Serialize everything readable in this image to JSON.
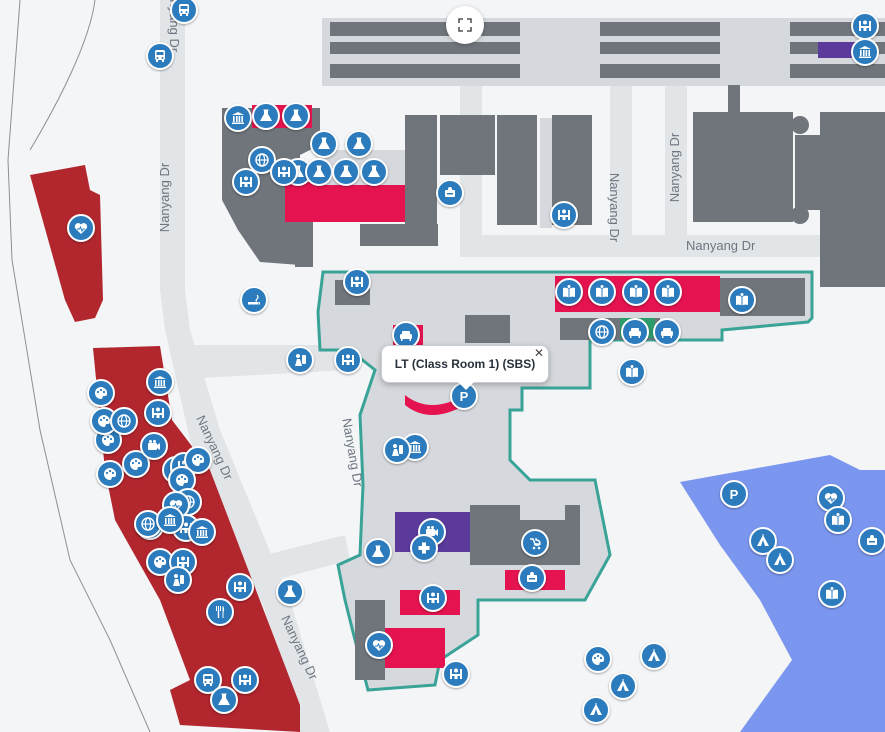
{
  "popup": {
    "title": "LT (Class Room 1) (SBS)",
    "close_label": "✕"
  },
  "fullscreen": {
    "icon": "fullscreen-icon"
  },
  "roads": {
    "r1": "Nanyang Dr",
    "r2": "Nanyang Dr",
    "r3": "Nanyang Dr",
    "r4": "Nanyang Dr",
    "r5": "Nanyang Dr",
    "r6": "Nanyang Dr",
    "r7": "Nanyang Dr",
    "r8": "Nanyang Dr"
  },
  "colors": {
    "building": "#6f757b",
    "building_light": "#d5d8dc",
    "highlight": "#e5134f",
    "highlight_outline": "#3aa397",
    "red_zone": "#b2262e",
    "blue_zone": "#7b96ee",
    "purple": "#5b3a9c",
    "green": "#2e9b6b",
    "pin": "#2b7bbd",
    "road": "#e2e5e8"
  },
  "pins": [
    {
      "name": "bus-stop-icon",
      "icon": "bus"
    },
    {
      "name": "bus-stop-icon",
      "icon": "bus"
    },
    {
      "name": "lecture-theatre-icon",
      "icon": "seat"
    },
    {
      "name": "museum-icon",
      "icon": "museum"
    },
    {
      "name": "museum-icon",
      "icon": "museum"
    },
    {
      "name": "museum-icon",
      "icon": "museum"
    },
    {
      "name": "lab-icon",
      "icon": "flask"
    },
    {
      "name": "lab-icon",
      "icon": "flask"
    },
    {
      "name": "lab-icon",
      "icon": "flask"
    },
    {
      "name": "lab-icon",
      "icon": "flask"
    },
    {
      "name": "lab-icon",
      "icon": "flask"
    },
    {
      "name": "lab-icon",
      "icon": "flask"
    },
    {
      "name": "lab-icon",
      "icon": "flask"
    },
    {
      "name": "lab-icon",
      "icon": "flask"
    },
    {
      "name": "globe-icon",
      "icon": "globe"
    },
    {
      "name": "lecture-theatre-icon",
      "icon": "seat"
    },
    {
      "name": "lecture-theatre-icon",
      "icon": "seat"
    },
    {
      "name": "vending-icon",
      "icon": "vend"
    },
    {
      "name": "lecture-theatre-icon",
      "icon": "seat"
    },
    {
      "name": "health-icon",
      "icon": "heart"
    },
    {
      "name": "smoking-area-icon",
      "icon": "smoke"
    },
    {
      "name": "lecture-theatre-icon",
      "icon": "seat"
    },
    {
      "name": "library-icon",
      "icon": "book"
    },
    {
      "name": "library-icon",
      "icon": "book"
    },
    {
      "name": "library-icon",
      "icon": "book"
    },
    {
      "name": "library-icon",
      "icon": "book"
    },
    {
      "name": "library-icon",
      "icon": "book"
    },
    {
      "name": "globe-icon",
      "icon": "globe"
    },
    {
      "name": "study-lounge-icon",
      "icon": "sofa"
    },
    {
      "name": "study-lounge-icon",
      "icon": "sofa"
    },
    {
      "name": "study-lounge-icon",
      "icon": "sofa"
    },
    {
      "name": "lecture-theatre-icon",
      "icon": "seat"
    },
    {
      "name": "parking-icon",
      "icon": "P"
    },
    {
      "name": "library-icon",
      "icon": "book"
    },
    {
      "name": "help-point-icon",
      "icon": "help"
    },
    {
      "name": "help-point-icon",
      "icon": "help"
    },
    {
      "name": "museum-icon",
      "icon": "museum"
    },
    {
      "name": "art-icon",
      "icon": "palette"
    },
    {
      "name": "art-icon",
      "icon": "palette"
    },
    {
      "name": "art-icon",
      "icon": "palette"
    },
    {
      "name": "art-icon",
      "icon": "palette"
    },
    {
      "name": "art-icon",
      "icon": "palette"
    },
    {
      "name": "art-icon",
      "icon": "palette"
    },
    {
      "name": "globe-icon",
      "icon": "globe"
    },
    {
      "name": "lecture-theatre-icon",
      "icon": "seat"
    },
    {
      "name": "video-icon",
      "icon": "video"
    },
    {
      "name": "lecture-theatre-icon",
      "icon": "seat"
    },
    {
      "name": "art-icon",
      "icon": "palette"
    },
    {
      "name": "art-icon",
      "icon": "palette"
    },
    {
      "name": "art-icon",
      "icon": "palette"
    },
    {
      "name": "globe-icon",
      "icon": "globe"
    },
    {
      "name": "health-icon",
      "icon": "heart"
    },
    {
      "name": "lecture-theatre-icon",
      "icon": "seat"
    },
    {
      "name": "museum-icon",
      "icon": "museum"
    },
    {
      "name": "globe-icon",
      "icon": "globe"
    },
    {
      "name": "art-icon",
      "icon": "palette"
    },
    {
      "name": "lecture-theatre-icon",
      "icon": "seat"
    },
    {
      "name": "help-point-icon",
      "icon": "help"
    },
    {
      "name": "lecture-theatre-icon",
      "icon": "seat"
    },
    {
      "name": "restaurant-icon",
      "icon": "fork"
    },
    {
      "name": "lab-icon",
      "icon": "flask"
    },
    {
      "name": "bus-stop-icon",
      "icon": "bus"
    },
    {
      "name": "lecture-theatre-icon",
      "icon": "seat"
    },
    {
      "name": "lab-icon",
      "icon": "flask"
    },
    {
      "name": "video-icon",
      "icon": "video"
    },
    {
      "name": "medical-icon",
      "icon": "cross"
    },
    {
      "name": "lab-icon",
      "icon": "flask"
    },
    {
      "name": "stroller-icon",
      "icon": "stroller"
    },
    {
      "name": "health-icon",
      "icon": "heart"
    },
    {
      "name": "lecture-theatre-icon",
      "icon": "seat"
    },
    {
      "name": "vending-icon",
      "icon": "vend"
    },
    {
      "name": "museum-icon",
      "icon": "museum"
    },
    {
      "name": "lecture-theatre-icon",
      "icon": "seat"
    },
    {
      "name": "parking-icon",
      "icon": "P"
    },
    {
      "name": "health-icon",
      "icon": "heart"
    },
    {
      "name": "library-icon",
      "icon": "book"
    },
    {
      "name": "sports-icon",
      "icon": "tent"
    },
    {
      "name": "sports-icon",
      "icon": "tent"
    },
    {
      "name": "vending-icon",
      "icon": "vend"
    },
    {
      "name": "library-icon",
      "icon": "book"
    },
    {
      "name": "art-icon",
      "icon": "palette"
    },
    {
      "name": "sports-icon",
      "icon": "tent"
    },
    {
      "name": "sports-icon",
      "icon": "tent"
    },
    {
      "name": "sports-icon",
      "icon": "tent"
    },
    {
      "name": "sports-icon",
      "icon": "tent"
    }
  ]
}
